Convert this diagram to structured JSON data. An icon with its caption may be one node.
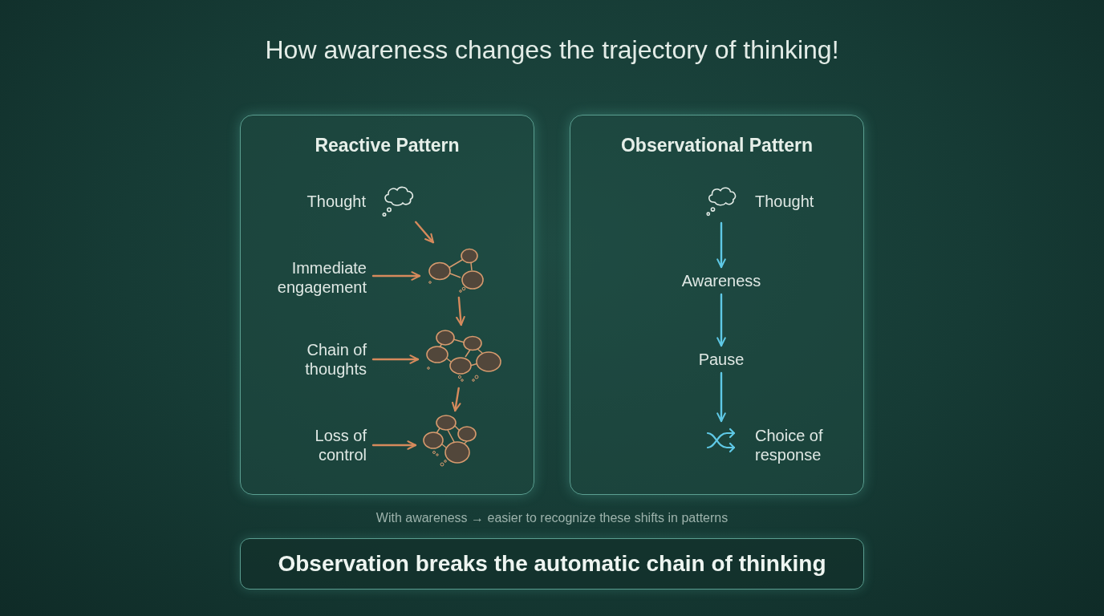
{
  "diagram": {
    "title": "How awareness changes the trajectory of thinking!",
    "nodes": [
      {
        "text": [
          "Reactive Pattern"
        ]
      },
      {
        "text": [],
        "shape": "cloud",
        "in": 0,
        "beside": [
          "Thought"
        ]
      },
      {
        "text": [
          "Immediate engagement"
        ],
        "in": 0
      },
      {
        "text": [],
        "shape": "picture",
        "in": 0
      },
      {
        "text": [
          "Chain of thoughts"
        ],
        "in": 0
      },
      {
        "text": [],
        "shape": "picture",
        "in": 0
      },
      {
        "text": [
          "Loss of control"
        ],
        "in": 0
      },
      {
        "text": [],
        "shape": "picture",
        "in": 0
      },
      {
        "text": [
          "Observational Pattern"
        ]
      },
      {
        "text": [],
        "shape": "cloud",
        "in": 8,
        "beside": [
          "Thought"
        ]
      },
      {
        "text": [
          "Awareness"
        ],
        "in": 8
      },
      {
        "text": [
          "Pause"
        ],
        "in": 8
      },
      {
        "text": [],
        "shape": "picture",
        "in": 8,
        "beside": [
          "Choice of response"
        ]
      },
      {
        "text": [
          "Observation breaks the automatic chain of thinking"
        ]
      }
    ],
    "edges": [
      {
        "from": 1,
        "to": 3,
        "arrow": "to"
      },
      {
        "from": 2,
        "to": 3,
        "arrow": "to"
      },
      {
        "from": 3,
        "to": 5,
        "arrow": "to"
      },
      {
        "from": 4,
        "to": 5,
        "arrow": "to"
      },
      {
        "from": 5,
        "to": 7,
        "arrow": "to"
      },
      {
        "from": 6,
        "to": 7,
        "arrow": "to"
      },
      {
        "from": 9,
        "to": 10,
        "arrow": "to",
        "color": "#5fc9e6"
      },
      {
        "from": 10,
        "to": 11,
        "arrow": "to",
        "color": "#5fc9e6"
      },
      {
        "from": 11,
        "to": 12,
        "arrow": "to",
        "color": "#5fc9e6"
      }
    ],
    "labels": [
      "With awareness → easier to recognize these shifts in patterns"
    ]
  }
}
